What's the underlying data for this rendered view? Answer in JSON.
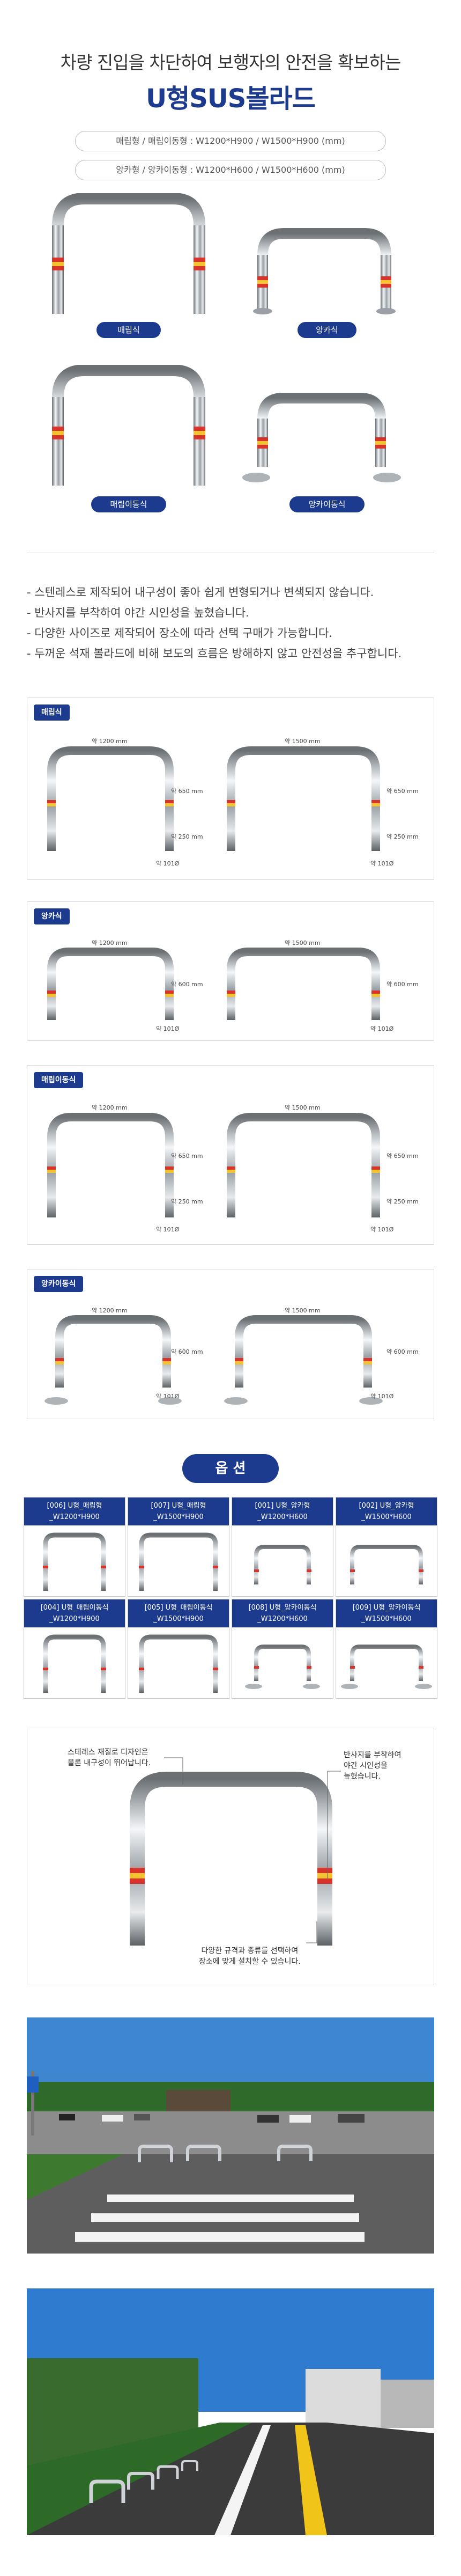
{
  "header": {
    "subtitle": "차량 진입을 차단하여 보행자의 안전을 확보하는",
    "title": "U형SUS볼라드",
    "spec_1": "매립형 / 매립이동형 : W1200*H900 / W1500*H900 (mm)",
    "spec_2": "앙카형 / 앙카이동형 : W1200*H600 / W1500*H600 (mm)"
  },
  "products": {
    "p1": "매립식",
    "p2": "앙카식",
    "p3": "매립이동식",
    "p4": "앙카이동식"
  },
  "features": [
    "- 스텐레스로 제작되어 내구성이 좋아 쉽게 변형되거나 변색되지 않습니다.",
    "- 반사지를 부착하여 야간 시인성을 높혔습니다.",
    "- 다양한 사이즈로 제작되어 장소에 따라 선택 구매가 가능합니다.",
    "- 두꺼운 석재 볼라드에 비해 보도의 흐름은 방해하지 않고 안전성을 추구합니다."
  ],
  "dims": {
    "d1": {
      "tag": "매립식",
      "w1": "약 1200 mm",
      "w2": "약 1500 mm",
      "h": "약 650 mm",
      "b": "약 250 mm",
      "p": "약 101Ø"
    },
    "d2": {
      "tag": "앙카식",
      "w1": "약 1200 mm",
      "w2": "약 1500 mm",
      "h": "약 600 mm",
      "p": "약 101Ø"
    },
    "d3": {
      "tag": "매립이동식",
      "w1": "약 1200 mm",
      "w2": "약 1500 mm",
      "h": "약 650 mm",
      "b": "약 250 mm",
      "p": "약 101Ø"
    },
    "d4": {
      "tag": "앙카이동식",
      "w1": "약 1200 mm",
      "w2": "약 1500 mm",
      "h": "약 600 mm",
      "p": "약 101Ø"
    }
  },
  "options": {
    "title": "옵 션",
    "items": [
      {
        "l1": "[006] U형_매립형",
        "l2": "_W1200*H900"
      },
      {
        "l1": "[007] U형_매립형",
        "l2": "_W1500*H900"
      },
      {
        "l1": "[001] U형_앙카형",
        "l2": "_W1200*H600"
      },
      {
        "l1": "[002] U형_앙카형",
        "l2": "_W1500*H600"
      },
      {
        "l1": "[004] U형_매립이동식",
        "l2": "_W1200*H900"
      },
      {
        "l1": "[005] U형_매립이동식",
        "l2": "_W1500*H900"
      },
      {
        "l1": "[008] U형_앙카이동식",
        "l2": "_W1200*H600"
      },
      {
        "l1": "[009] U형_앙카이동식",
        "l2": "_W1500*H600"
      }
    ]
  },
  "callouts": {
    "c1a": "스테레스 재질로 디자인은",
    "c1b": "물론 내구성이 뛰어납니다.",
    "c2a": "반사지를 부착하여",
    "c2b": "야간 시인성을",
    "c2c": "높혔습니다.",
    "c3a": "다양한 규격과 종류를 선택하여",
    "c3b": "장소에 맞게 설치할 수 있습니다."
  },
  "colors": {
    "brand": "#1c3a8e",
    "reflector_red": "#d9342b",
    "reflector_yellow": "#f2c230"
  }
}
